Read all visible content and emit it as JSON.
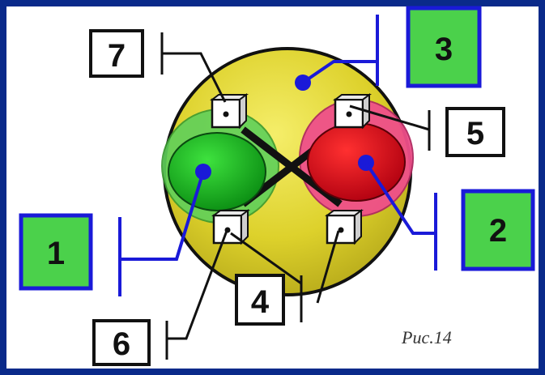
{
  "labels": {
    "l1": "1",
    "l2": "2",
    "l3": "3",
    "l4": "4",
    "l5": "5",
    "l6": "6",
    "l7": "7"
  },
  "caption": "Рис.14",
  "colors": {
    "background": "#0a2a8a",
    "frame": "#ffffff",
    "yellow_sphere": "#e3d62a",
    "green": "#17b51a",
    "red": "#e2131c",
    "pink": "#ef4f8a",
    "leader_blue": "#1a1ad8",
    "label_green": "#4bd14b"
  }
}
